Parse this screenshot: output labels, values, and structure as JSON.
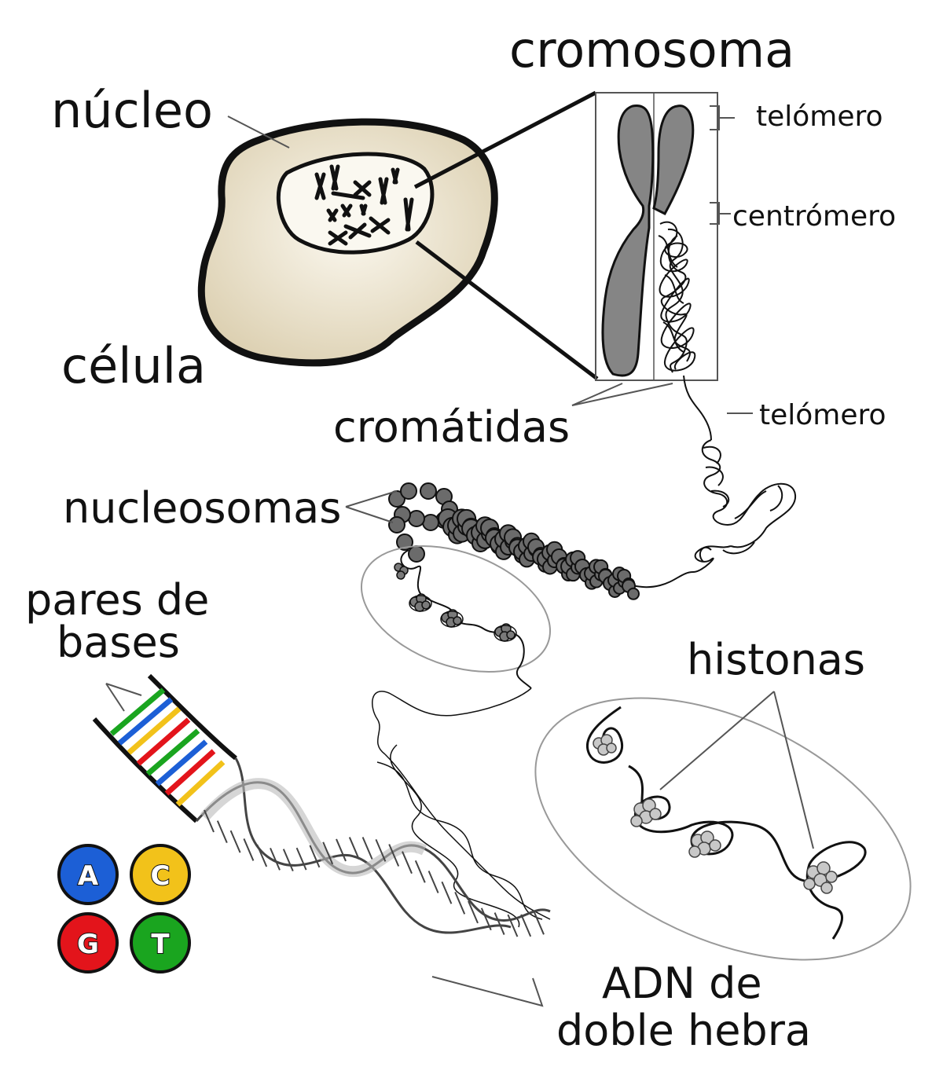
{
  "labels": {
    "cromosoma": "cromosoma",
    "nucleo": "núcleo",
    "celula": "célula",
    "telomero_top": "telómero",
    "centromero": "centrómero",
    "telomero_bottom": "telómero",
    "cromatidas": "cromátidas",
    "nucleosomas": "nucleosomas",
    "pares_line1": "pares de",
    "pares_line2": "bases",
    "histonas": "histonas",
    "adn_line1": "ADN de",
    "adn_line2": "doble hebra"
  },
  "bases": [
    {
      "letter": "A",
      "color": "#1c5fd6"
    },
    {
      "letter": "C",
      "color": "#f2c21a"
    },
    {
      "letter": "G",
      "color": "#e3141b"
    },
    {
      "letter": "T",
      "color": "#1aa51f"
    }
  ],
  "colors": {
    "cell_fill": "#e8dfc6",
    "chromosome": "#858585",
    "outline": "#111111"
  }
}
